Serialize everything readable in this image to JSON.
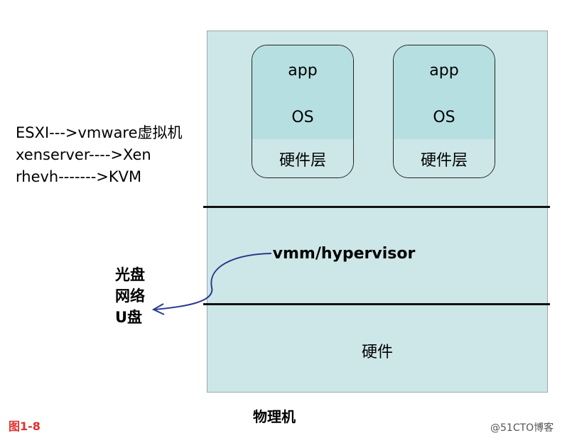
{
  "vms": [
    {
      "app": "app",
      "os": "OS",
      "hardware_layer": "硬件层"
    },
    {
      "app": "app",
      "os": "OS",
      "hardware_layer": "硬件层"
    }
  ],
  "hypervisor": "vmm/hypervisor",
  "hardware": "硬件",
  "physical_machine": "物理机",
  "products": [
    "ESXI--->vmware虚拟机",
    "xenserver---->Xen",
    "rhevh------->KVM"
  ],
  "media": [
    "光盘",
    "网络",
    "U盘"
  ],
  "figure_label": "图1-8",
  "watermark": "@51CTO博客",
  "colors": {
    "machine_bg": "#cde7e8",
    "vm_bg": "#b6dfe1",
    "arrow": "#2b3a8f",
    "figure_label": "#e0302e"
  }
}
